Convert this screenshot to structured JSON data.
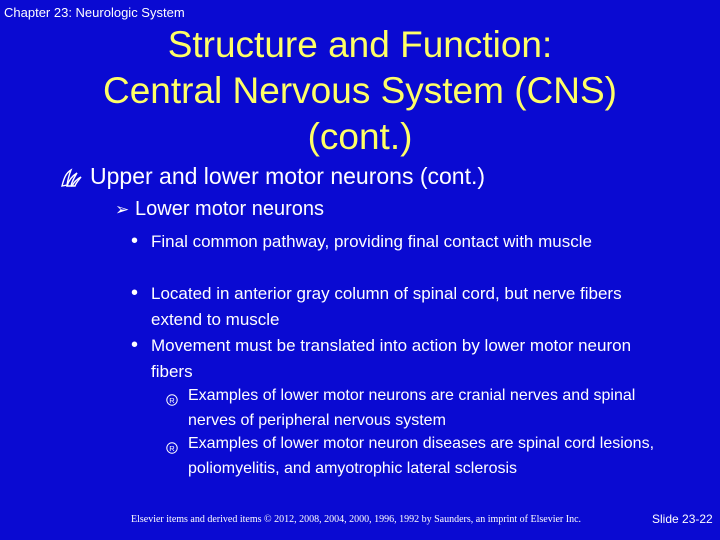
{
  "header": {
    "chapter": "Chapter 23: Neurologic System"
  },
  "title": {
    "line1": "Structure and Function:",
    "line2": "Central Nervous System (CNS)",
    "line3": "(cont.)"
  },
  "content": {
    "level1": {
      "icon": "wing-bullet-icon",
      "text": "Upper and lower motor neurons (cont.)"
    },
    "level2": {
      "icon": "arrowhead-bullet-icon",
      "glyph": "➢",
      "text": "Lower motor neurons"
    },
    "level3": [
      {
        "glyph": "•",
        "text": "Final common pathway, providing final contact with muscle"
      },
      {
        "glyph": "•",
        "text": "Located in anterior gray column of spinal cord, but nerve fibers extend to muscle"
      },
      {
        "glyph": "•",
        "text": "Movement must be translated into action by lower motor neuron fibers"
      }
    ],
    "level4": [
      {
        "icon": "registered-bullet-icon",
        "text": "Examples of lower motor neurons are cranial nerves and spinal nerves of peripheral nervous system"
      },
      {
        "icon": "registered-bullet-icon",
        "text": "Examples of lower motor neuron diseases are spinal cord lesions, poliomyelitis, and amyotrophic lateral sclerosis"
      }
    ]
  },
  "footer": {
    "copyright": "Elsevier items and derived items © 2012, 2008, 2004, 2000, 1996, 1992 by Saunders, an imprint of Elsevier Inc.",
    "slide_number": "Slide 23-22"
  },
  "colors": {
    "background": "#0a0ad2",
    "title": "#ffff66",
    "text": "#ffffff"
  }
}
